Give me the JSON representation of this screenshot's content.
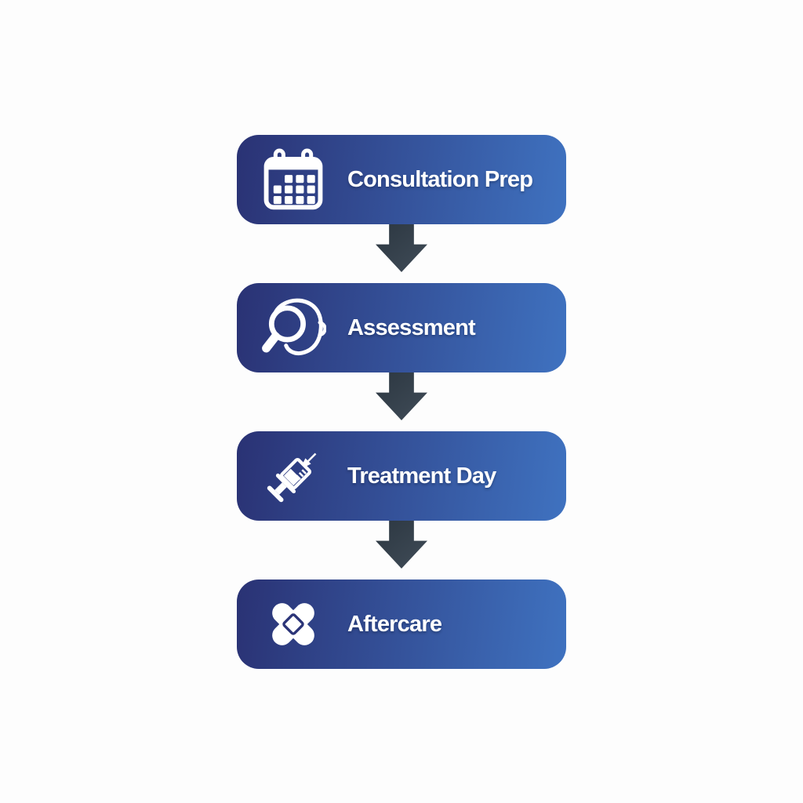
{
  "diagram": {
    "type": "vertical-flowchart",
    "connector": "down-block-arrow",
    "steps": [
      {
        "label": "Consultation Prep",
        "icon": "calendar-icon"
      },
      {
        "label": "Assessment",
        "icon": "magnifier-ear-icon"
      },
      {
        "label": "Treatment Day",
        "icon": "syringe-icon"
      },
      {
        "label": "Aftercare",
        "icon": "crossed-bandages-icon"
      }
    ],
    "colors": {
      "background": "#fdfdfd",
      "box_gradient_start": "#2a3274",
      "box_gradient_end": "#3f72c0",
      "arrow_gradient_start": "#2c3741",
      "arrow_gradient_end": "#404c58",
      "text_color": "#ffffff",
      "icon_color": "#ffffff",
      "bandage_pad_outline": "#2b3478"
    }
  }
}
